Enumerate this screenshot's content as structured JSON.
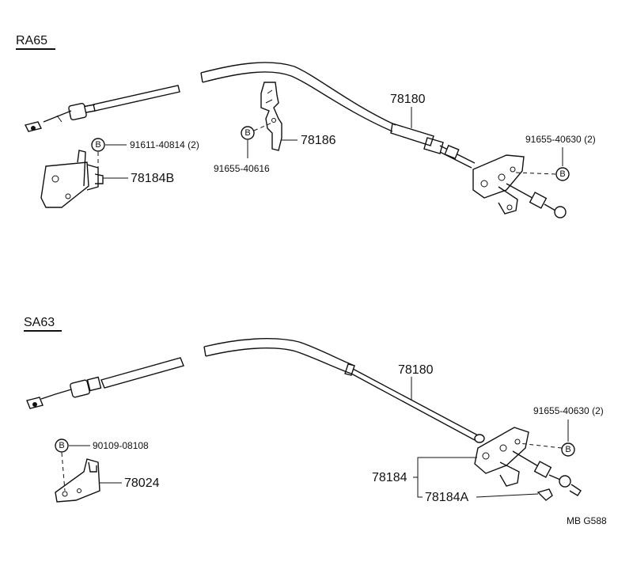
{
  "sections": {
    "top": {
      "title": "RA65",
      "bolt_symbol": "B",
      "labels": {
        "cable": "78180",
        "bracket_left": "78184B",
        "bracket_mid": "78186",
        "bolt_left": "91611-40814 (2)",
        "bolt_mid": "91655-40616",
        "bolt_right": "91655-40630 (2)"
      }
    },
    "bottom": {
      "title": "SA63",
      "bolt_symbol": "B",
      "labels": {
        "cable": "78180",
        "bracket_left": "78024",
        "bolt_left": "90109-08108",
        "bolt_right": "91655-40630 (2)",
        "bracket_right": "78184",
        "bracket_right_a": "78184A"
      }
    }
  },
  "footer_code": "MB  G588"
}
